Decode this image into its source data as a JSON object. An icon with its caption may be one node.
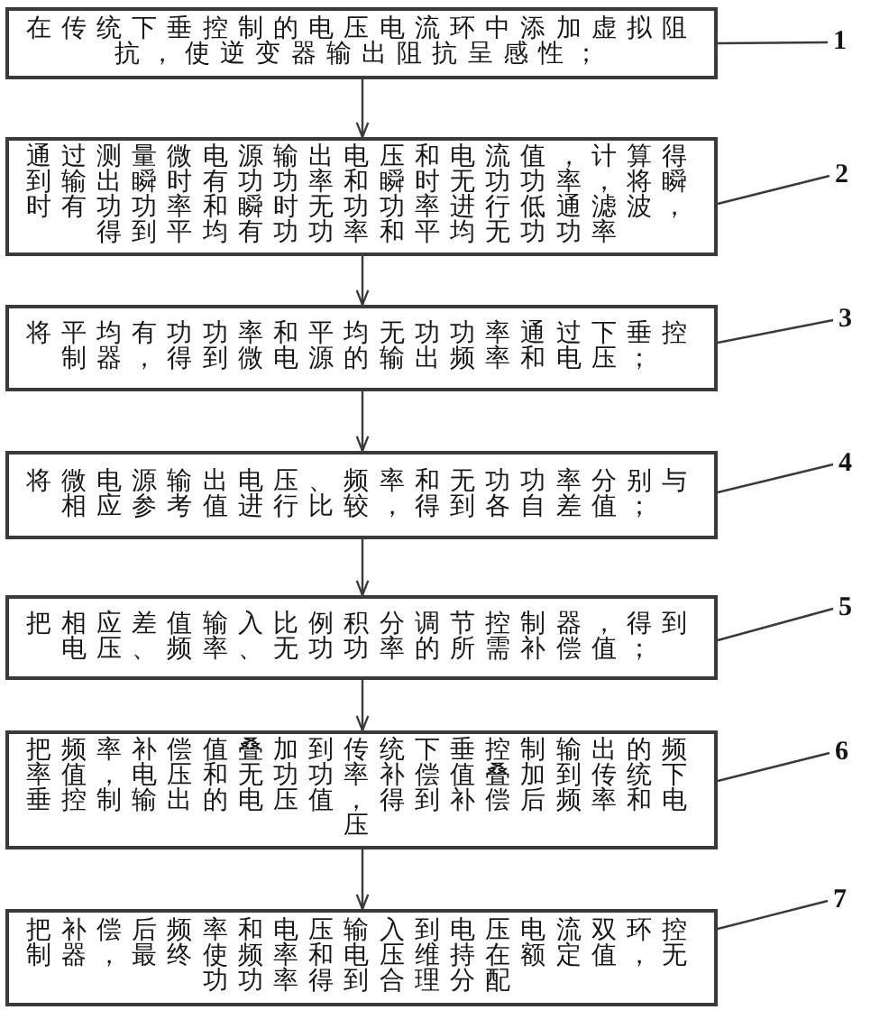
{
  "diagram": {
    "nodes": [
      {
        "text": [
          "在传统下垂控制的电压电流环中添加虚拟阻抗，使逆变器输出阻抗呈感性；"
        ]
      },
      {
        "text": [
          "通过测量微电源输出电压和电流值，计算得到输出瞬时有功功率和瞬时无功功率，将瞬时有功功率和瞬时无功功率进行低通滤波，得到平均有功功率和平均无功功率"
        ]
      },
      {
        "text": [
          "将平均有功功率和平均无功功率通过下垂控制器，得到微电源的输出频率和电压；"
        ]
      },
      {
        "text": [
          "将微电源输出电压、频率和无功功率分别与相应参考值进行比较，得到各自差值；"
        ]
      },
      {
        "text": [
          "把相应差值输入比例积分调节控制器，得到电压、频率、无功功率的所需补偿值；"
        ]
      },
      {
        "text": [
          "把频率补偿值叠加到传统下垂控制输出的频率值，电压和无功功率补偿值叠加到传统下垂控制输出的电压值，得到补偿后频率和电压"
        ]
      },
      {
        "text": [
          "把补偿后频率和电压输入到电压电流双环控制器，最终使频率和电压维持在额定值，无功功率得到合理分配"
        ]
      },
      {
        "text": [
          "1"
        ]
      },
      {
        "text": [
          "2"
        ]
      },
      {
        "text": [
          "3"
        ]
      },
      {
        "text": [
          "4"
        ]
      },
      {
        "text": [
          "5"
        ]
      },
      {
        "text": [
          "6"
        ]
      },
      {
        "text": [
          "7"
        ]
      }
    ],
    "edges": [
      {
        "from": 0,
        "to": 1,
        "arrow": "to"
      },
      {
        "from": 1,
        "to": 2,
        "arrow": "to"
      },
      {
        "from": 2,
        "to": 3,
        "arrow": "to"
      },
      {
        "from": 3,
        "to": 4,
        "arrow": "to"
      },
      {
        "from": 4,
        "to": 5,
        "arrow": "to"
      },
      {
        "from": 5,
        "to": 6,
        "arrow": "to"
      },
      {
        "from": 7,
        "to": 0,
        "arrow": "none"
      },
      {
        "from": 8,
        "to": 1,
        "arrow": "none"
      },
      {
        "from": 9,
        "to": 2,
        "arrow": "none"
      },
      {
        "from": 10,
        "to": 3,
        "arrow": "none"
      },
      {
        "from": 11,
        "to": 4,
        "arrow": "none"
      },
      {
        "from": 12,
        "to": 5,
        "arrow": "none"
      },
      {
        "from": 13,
        "to": 6,
        "arrow": "none"
      }
    ]
  }
}
